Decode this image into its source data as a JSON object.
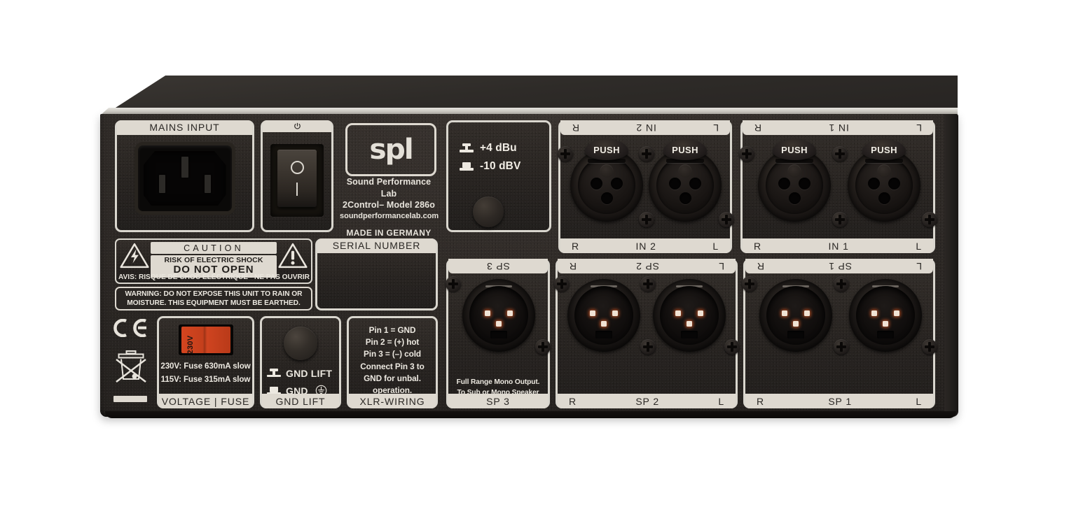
{
  "device": {
    "brand": "spl",
    "company": "Sound Performance Lab",
    "model": "2Control– Model 286o",
    "website": "soundperformancelab.com",
    "origin": "MADE IN GERMANY"
  },
  "panels": {
    "mains": {
      "caption": "MAINS INPUT"
    },
    "power": {
      "glyph": "power-symbol",
      "on_mark": "I",
      "off_mark": "O"
    },
    "serial": {
      "caption": "SERIAL NUMBER",
      "value": ""
    },
    "voltage": {
      "caption": "VOLTAGE | FUSE",
      "selector_value": "230V",
      "line1": "230V: Fuse 630mA slow",
      "line2": "115V: Fuse 315mA slow"
    },
    "gnd_lift": {
      "caption": "GND LIFT",
      "option_up": "GND LIFT",
      "option_down": "GND",
      "earth_icon": "earth-ground-icon"
    },
    "xlr_wiring": {
      "caption": "XLR-WIRING",
      "lines": [
        "Pin 1 = GND",
        "Pin 2 = (+) hot",
        "Pin 3 = (–) cold",
        "Connect Pin 3 to",
        "GND for unbal.",
        "operation."
      ]
    },
    "level": {
      "high": "+4 dBu",
      "low": "-10 dBV"
    }
  },
  "caution": {
    "title": "CAUTION",
    "line1": "RISK OF ELECTRIC SHOCK",
    "line2": "DO NOT OPEN",
    "avis": "AVIS: RISQUE DE CHOC ÉLECTRIQUE - NE PAS OUVRIR",
    "warning_line1": "WARNING: DO NOT EXPOSE THIS UNIT TO RAIN OR",
    "warning_line2": "MOISTURE. THIS EQUIPMENT MUST BE EARTHED."
  },
  "symbols": {
    "ce": "ce-mark-icon",
    "weee": "weee-crossed-bin-icon",
    "shock": "lightning-triangle-icon",
    "alert": "exclamation-triangle-icon"
  },
  "connectors": {
    "in2": {
      "group": "IN 2",
      "left": "R",
      "right": "L",
      "push_label": "PUSH",
      "type": "xlr-female"
    },
    "in1": {
      "group": "IN 1",
      "left": "R",
      "right": "L",
      "push_label": "PUSH",
      "type": "xlr-female"
    },
    "sp3": {
      "group": "SP 3",
      "note_line1": "Full Range Mono Output.",
      "note_line2": "To Sub or Mono Speaker",
      "type": "xlr-male"
    },
    "sp2": {
      "group": "SP 2",
      "left": "R",
      "right": "L",
      "type": "xlr-male"
    },
    "sp1": {
      "group": "SP 1",
      "left": "R",
      "right": "L",
      "type": "xlr-male"
    }
  },
  "colors": {
    "chassis": "#2a2623",
    "label_plate": "#ded9d0",
    "text_light": "#ece8e0",
    "fuse_red": "#c43f1c",
    "pin_glow": "#e2622e"
  }
}
